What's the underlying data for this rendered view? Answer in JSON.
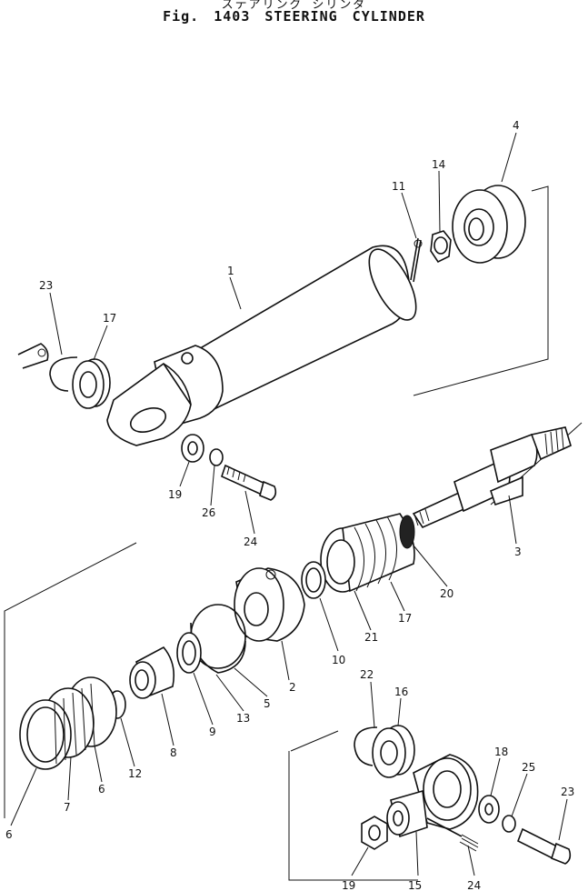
{
  "header": {
    "japanese_title": "ステアリング シリンダ",
    "figure_title": "Fig. 1403   STEERING CYLINDER"
  },
  "parts": [
    {
      "id": "p1",
      "label": "1"
    },
    {
      "id": "p2",
      "label": "2"
    },
    {
      "id": "p3",
      "label": "3"
    },
    {
      "id": "p4",
      "label": "4"
    },
    {
      "id": "p5",
      "label": "5"
    },
    {
      "id": "p6a",
      "label": "6"
    },
    {
      "id": "p6b",
      "label": "6"
    },
    {
      "id": "p7",
      "label": "7"
    },
    {
      "id": "p8",
      "label": "8"
    },
    {
      "id": "p9",
      "label": "9"
    },
    {
      "id": "p10",
      "label": "10"
    },
    {
      "id": "p11",
      "label": "11"
    },
    {
      "id": "p12",
      "label": "12"
    },
    {
      "id": "p13",
      "label": "13"
    },
    {
      "id": "p14",
      "label": "14"
    },
    {
      "id": "p15",
      "label": "15"
    },
    {
      "id": "p16",
      "label": "16"
    },
    {
      "id": "p17a",
      "label": "17"
    },
    {
      "id": "p17b",
      "label": "17"
    },
    {
      "id": "p18",
      "label": "18"
    },
    {
      "id": "p19a",
      "label": "19"
    },
    {
      "id": "p19b",
      "label": "19"
    },
    {
      "id": "p20",
      "label": "20"
    },
    {
      "id": "p21",
      "label": "21"
    },
    {
      "id": "p22",
      "label": "22"
    },
    {
      "id": "p23a",
      "label": "23"
    },
    {
      "id": "p23b",
      "label": "23"
    },
    {
      "id": "p24a",
      "label": "24"
    },
    {
      "id": "p24b",
      "label": "24"
    },
    {
      "id": "p25",
      "label": "25"
    },
    {
      "id": "p26",
      "label": "26"
    }
  ]
}
